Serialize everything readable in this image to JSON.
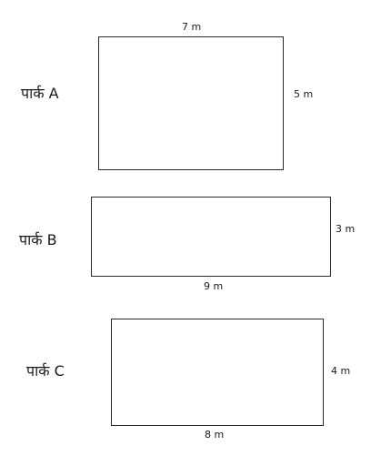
{
  "parks": [
    {
      "label": "पार्क A",
      "length": "7 m",
      "width": "5 m"
    },
    {
      "label": "पार्क B",
      "length": "9 m",
      "width": "3 m"
    },
    {
      "label": "पार्क C",
      "length": "8 m",
      "width": "4 m"
    }
  ]
}
